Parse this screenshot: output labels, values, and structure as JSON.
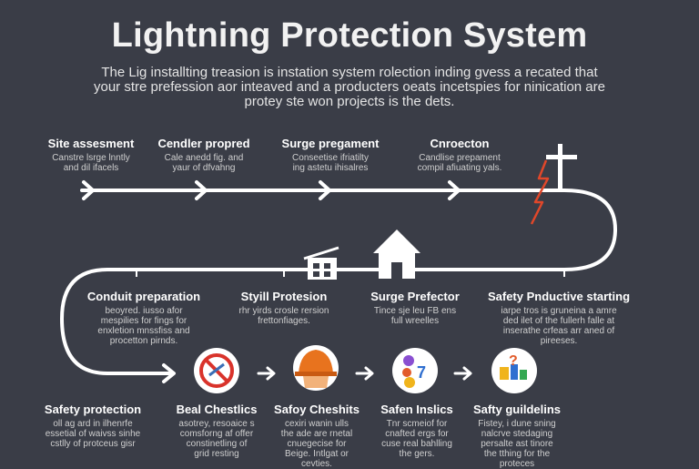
{
  "header": {
    "title": "Lightning Protection System",
    "intro": [
      "The Lig installting treasion is instation system rolection inding gvess a recated that",
      "your stre prefession aor inteaved and a producters oeats incetspies for ninication are",
      "protey ste won projects is the dets."
    ]
  },
  "row1": [
    {
      "title": "Site assesment",
      "desc": [
        "Canstre lsrge lnntly",
        "and dil ifacels"
      ]
    },
    {
      "title": "Cendler propred",
      "desc": [
        "Cale anedd fig. and",
        "yaur of dfvahng"
      ]
    },
    {
      "title": "Surge pregament",
      "desc": [
        "Conseetise ifriatilty",
        "ing astetu ihisalres"
      ]
    },
    {
      "title": "Cnroecton",
      "desc": [
        "Candlise prepament",
        "compil afiuating yals."
      ]
    }
  ],
  "row2": [
    {
      "title": "Conduit preparation",
      "desc": [
        "beoyred. iusso afor",
        "mespilies for fings for",
        "enxletion mnssfiss and",
        "procetton pirnds."
      ]
    },
    {
      "title": "Styill Protesion",
      "desc": [
        "rhr yirds crosle rersion",
        "frettonfiages."
      ]
    },
    {
      "title": "Surge Prefector",
      "desc": [
        "Tince sje leu FB ens",
        "full wreelles"
      ]
    },
    {
      "title": "Safety Pnductive starting",
      "desc": [
        "iarpe tros is gruneina a amre",
        "ded ilet of the fullerh falle at",
        "inserathe crfeas arr aned of",
        "pireeses."
      ]
    }
  ],
  "row3": [
    {
      "title": "Safety protection",
      "desc": [
        "oll ag ard in ilhenrfe",
        "essetial of waivss sinhe",
        "cstlly of protceus gisr"
      ]
    },
    {
      "title": "Beal Chestlics",
      "desc": [
        "asotrey, resoaice s",
        "comsforng af offer",
        "constinetling of",
        "grid resting"
      ]
    },
    {
      "title": "Safoy Cheshits",
      "desc": [
        "cexiri wanin ulls",
        "the ade are rnetal",
        "cnuegecise for",
        "Beige. Intlgat or",
        "cevties."
      ]
    },
    {
      "title": "Safen Inslics",
      "desc": [
        "Tnr scmeiof for",
        "cnafted ergs for",
        "cuse real bahlling",
        "the gers."
      ]
    },
    {
      "title": "Safty guildelins",
      "desc": [
        "Fistey, i dune sning",
        "nalcrve stedaging",
        "persalte ast tinore",
        "the tthing for the",
        "proteces"
      ]
    }
  ],
  "colors": {
    "background": "#3a3d47",
    "line": "#ffffff",
    "lightning": "#e0472a",
    "prohibit": "#d9332b",
    "helmet": "#e8731e"
  },
  "icons": [
    "arrow-icon",
    "cross-icon",
    "lightning-bolt-icon",
    "house-icon",
    "building-icon",
    "no-entry-icon",
    "hard-hat-icon",
    "chemical-bottles-icon",
    "tools-icon"
  ]
}
